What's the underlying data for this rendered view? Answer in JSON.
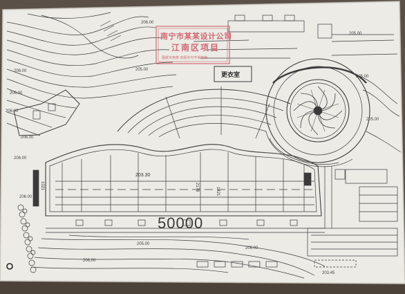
{
  "sheet": {
    "stamp_line1": "南宁市某某设计公司",
    "stamp_line2": "江南区项目",
    "stamp_line3": "图纸专用章 未经许可不得复制"
  },
  "plan": {
    "room_label": "更衣室",
    "pool_length": "50000",
    "pool_elevation": "203.30",
    "left_dim": "1021",
    "mid_dim": "2178",
    "mid_dim2": "1421"
  },
  "elevations": {
    "e1": "206.00",
    "e2": "206.00",
    "e3": "206.00",
    "e4": "206.00",
    "e5": "205.00",
    "e6": "206.00",
    "e7": "206.00",
    "e8": "205.00",
    "e9": "205.00",
    "e10": "206.00",
    "e11": "206.00",
    "e12": "205.00",
    "e13": "206.00",
    "e14": "205.00",
    "e15": "203.45"
  },
  "colors": {
    "paper": "#ecebe6",
    "ink": "#3a3a3a",
    "stamp": "#d06a74",
    "table": "#5a5047"
  }
}
